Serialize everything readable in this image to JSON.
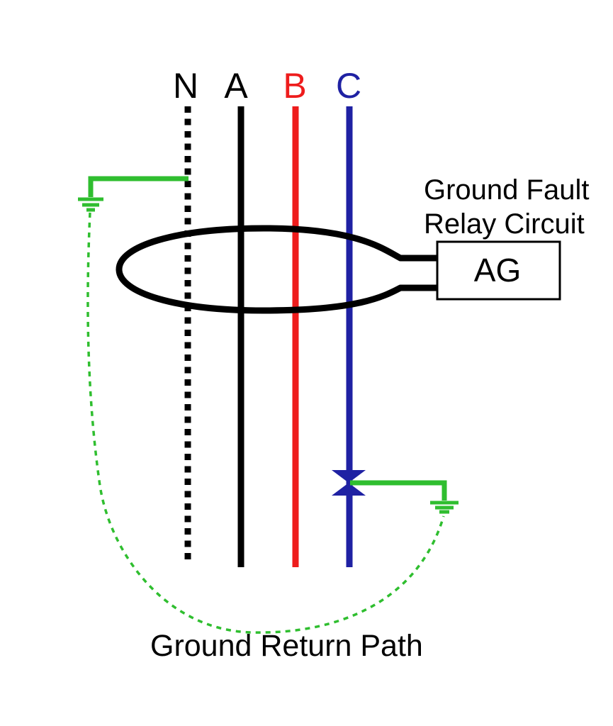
{
  "diagram": {
    "phases": {
      "n": {
        "label": "N",
        "style": "dotted"
      },
      "a": {
        "label": "A",
        "style": "solid"
      },
      "b": {
        "label": "B",
        "style": "solid"
      },
      "c": {
        "label": "C",
        "style": "solid"
      }
    },
    "relay": {
      "title_line1": "Ground Fault",
      "title_line2": "Relay Circuit",
      "box_label": "AG"
    },
    "ground_return": {
      "label": "Ground Return Path"
    }
  },
  "colors": {
    "black": "#000000",
    "phase_b_red": "#ee1c1c",
    "phase_c_blue": "#1f21a3",
    "ground_green": "#2fbe2f",
    "background": "#ffffff"
  }
}
